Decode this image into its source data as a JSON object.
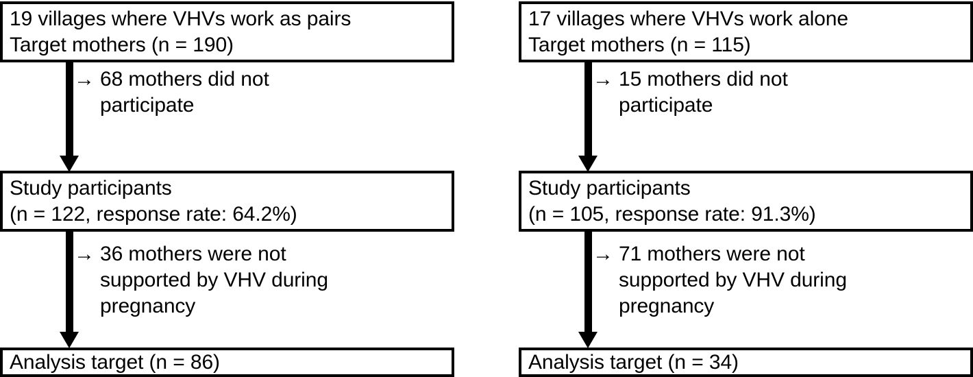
{
  "diagram": {
    "type": "participant-flow-diagram",
    "columns": [
      {
        "id": "paired-vhv",
        "boxes": [
          {
            "name": "enrollment-box",
            "lines": [
              "19 villages where VHVs work as pairs",
              "Target mothers (n = 190)"
            ]
          },
          {
            "name": "participants-box",
            "lines": [
              "Study participants",
              "(n = 122, response rate: 64.2%)"
            ]
          },
          {
            "name": "analysis-box",
            "lines": [
              "Analysis target (n = 86)"
            ]
          }
        ],
        "annotations": [
          {
            "name": "exclusion-note-1",
            "arrow": "→",
            "lines": [
              "68 mothers did not",
              "participate"
            ]
          },
          {
            "name": "exclusion-note-2",
            "arrow": "→",
            "lines": [
              "36 mothers were not",
              "supported by VHV during",
              "pregnancy"
            ]
          }
        ]
      },
      {
        "id": "solo-vhv",
        "boxes": [
          {
            "name": "enrollment-box",
            "lines": [
              "17 villages where VHVs work alone",
              "Target mothers (n = 115)"
            ]
          },
          {
            "name": "participants-box",
            "lines": [
              "Study participants",
              "(n = 105, response rate: 91.3%)"
            ]
          },
          {
            "name": "analysis-box",
            "lines": [
              "Analysis target (n = 34)"
            ]
          }
        ],
        "annotations": [
          {
            "name": "exclusion-note-1",
            "arrow": "→",
            "lines": [
              "15 mothers did not",
              "participate"
            ]
          },
          {
            "name": "exclusion-note-2",
            "arrow": "→",
            "lines": [
              "71 mothers were not",
              "supported by VHV during",
              "pregnancy"
            ]
          }
        ]
      }
    ]
  }
}
